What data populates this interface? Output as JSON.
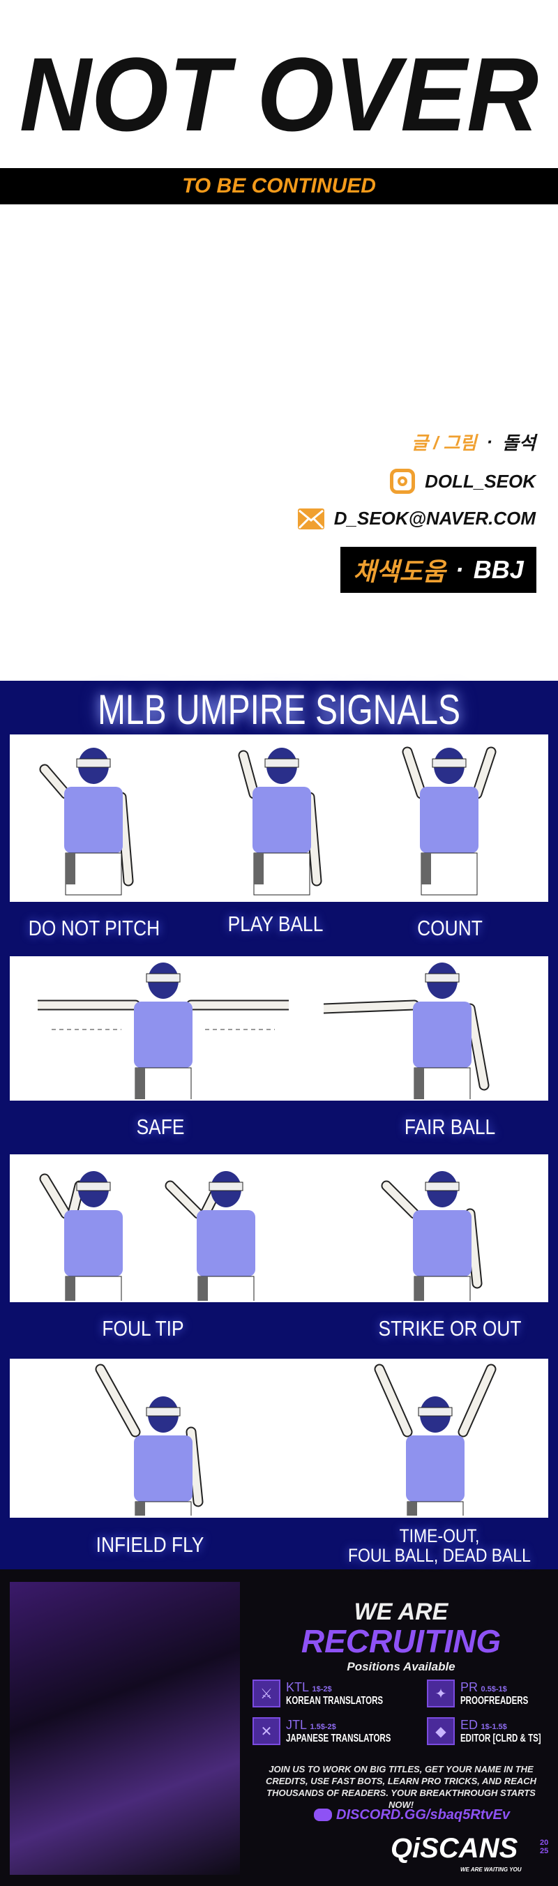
{
  "header": {
    "title": "NOT OVER",
    "subtitle": "TO BE CONTINUED"
  },
  "credits": {
    "writer_label": "글 / 그림",
    "writer_sep": "·",
    "writer_name": "돌석",
    "instagram": "DOLL_SEOK",
    "email": "D_SEOK@NAVER.COM",
    "color_label": "채색도움",
    "color_sep": "·",
    "color_name": "BBJ"
  },
  "signals": {
    "title": "MLB UMPIRE SIGNALS",
    "labels": [
      "DO NOT PITCH",
      "PLAY BALL",
      "COUNT",
      "SAFE",
      "FAIR BALL",
      "FOUL TIP",
      "STRIKE OR OUT",
      "INFIELD FLY",
      "TIME-OUT,",
      "FOUL BALL, DEAD BALL"
    ],
    "colors": {
      "background": "#0a0d6a",
      "shirt": "#8f92ee",
      "cap": "#2a2f8a"
    }
  },
  "recruit": {
    "line1": "WE ARE",
    "line2": "RECRUITING",
    "positions_title": "Positions Available",
    "positions": [
      {
        "code": "KTL",
        "pay": "1$-2$",
        "name": "KOREAN TRANSLATORS"
      },
      {
        "code": "PR",
        "pay": "0.5$-1$",
        "name": "PROOFREADERS"
      },
      {
        "code": "JTL",
        "pay": "1.5$-2$",
        "name": "JAPANESE TRANSLATORS"
      },
      {
        "code": "ED",
        "pay": "1$-1.5$",
        "name": "EDITOR [CLRD & TS]"
      }
    ],
    "pitch": "JOIN US TO WORK ON BIG TITLES, GET YOUR NAME IN THE CREDITS, USE FAST BOTS, LEARN PRO TRICKS, AND REACH THOUSANDS OF READERS. YOUR BREAKTHROUGH STARTS NOW!",
    "discord": "DISCORD.GG/sbaq5RtvEv",
    "brand": "QiSCANS",
    "tagline": "WE ARE WAITING YOU",
    "year": "2025",
    "accent": "#8e52f5"
  }
}
